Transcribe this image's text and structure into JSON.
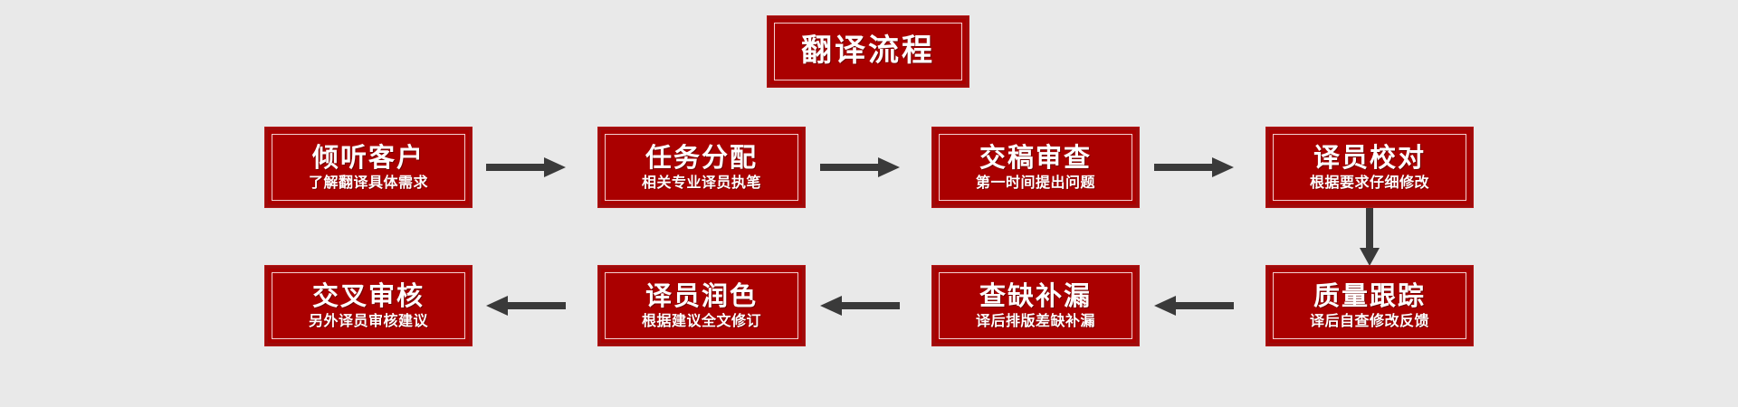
{
  "diagram": {
    "title": "翻译流程",
    "background_color": "#e9e9e9",
    "box_fill_color": "#aa0000",
    "box_border_color": "#9e0b0b",
    "arrow_color": "#3a3a3a",
    "text_color": "#ffffff",
    "type": "flowchart",
    "layout": "two-row serpentine, row 1 left-to-right, row 2 right-to-left",
    "steps": [
      {
        "index": 1,
        "title": "倾听客户",
        "subtitle": "了解翻译具体需求",
        "row": 1,
        "column": 1
      },
      {
        "index": 2,
        "title": "任务分配",
        "subtitle": "相关专业译员执笔",
        "row": 1,
        "column": 2
      },
      {
        "index": 3,
        "title": "交稿审查",
        "subtitle": "第一时间提出问题",
        "row": 1,
        "column": 3
      },
      {
        "index": 4,
        "title": "译员校对",
        "subtitle": "根据要求仔细修改",
        "row": 1,
        "column": 4
      },
      {
        "index": 5,
        "title": "质量跟踪",
        "subtitle": "译后自查修改反馈",
        "row": 2,
        "column": 4
      },
      {
        "index": 6,
        "title": "查缺补漏",
        "subtitle": "译后排版差缺补漏",
        "row": 2,
        "column": 3
      },
      {
        "index": 7,
        "title": "译员润色",
        "subtitle": "根据建议全文修订",
        "row": 2,
        "column": 2
      },
      {
        "index": 8,
        "title": "交叉审核",
        "subtitle": "另外译员审核建议",
        "row": 2,
        "column": 1
      }
    ],
    "connectors": [
      {
        "name": "arrow-right-1-2",
        "direction": "right",
        "from": 1,
        "to": 2
      },
      {
        "name": "arrow-right-2-3",
        "direction": "right",
        "from": 2,
        "to": 3
      },
      {
        "name": "arrow-right-3-4",
        "direction": "right",
        "from": 3,
        "to": 4
      },
      {
        "name": "arrow-down-4-5",
        "direction": "down",
        "from": 4,
        "to": 5
      },
      {
        "name": "arrow-left-5-6",
        "direction": "left",
        "from": 5,
        "to": 6
      },
      {
        "name": "arrow-left-6-7",
        "direction": "left",
        "from": 6,
        "to": 7
      },
      {
        "name": "arrow-left-7-8",
        "direction": "left",
        "from": 7,
        "to": 8
      }
    ]
  }
}
